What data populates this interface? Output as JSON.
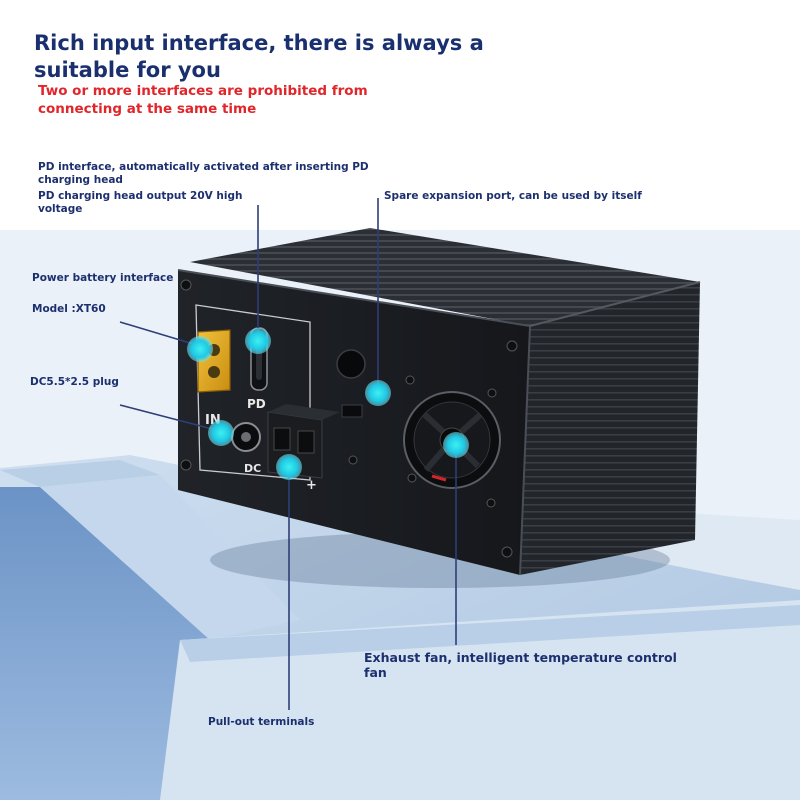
{
  "title": "Rich input interface, there is always a suitable for you",
  "warning": "Two or more interfaces are prohibited from connecting at the same time",
  "callouts": {
    "pd_line1": "PD interface, automatically activated after inserting PD charging head",
    "pd_line2": "PD charging head output 20V high voltage",
    "spare_port": "Spare expansion port, can be used by itself",
    "power_battery": "Power battery interface",
    "model": "Model :XT60",
    "dc_plug": "DC5.5*2.5 plug",
    "exhaust_fan": "Exhaust fan, intelligent temperature control fan",
    "pull_out": "Pull-out terminals"
  },
  "panel_marks": {
    "in": "IN",
    "pd": "PD",
    "dc": "DC",
    "plus": "+"
  },
  "colors": {
    "title": "#1a2f6e",
    "warning": "#e0262a",
    "callout_text": "#1c2f6e",
    "dot": "#1fc9e6",
    "line": "#2e3e77"
  }
}
